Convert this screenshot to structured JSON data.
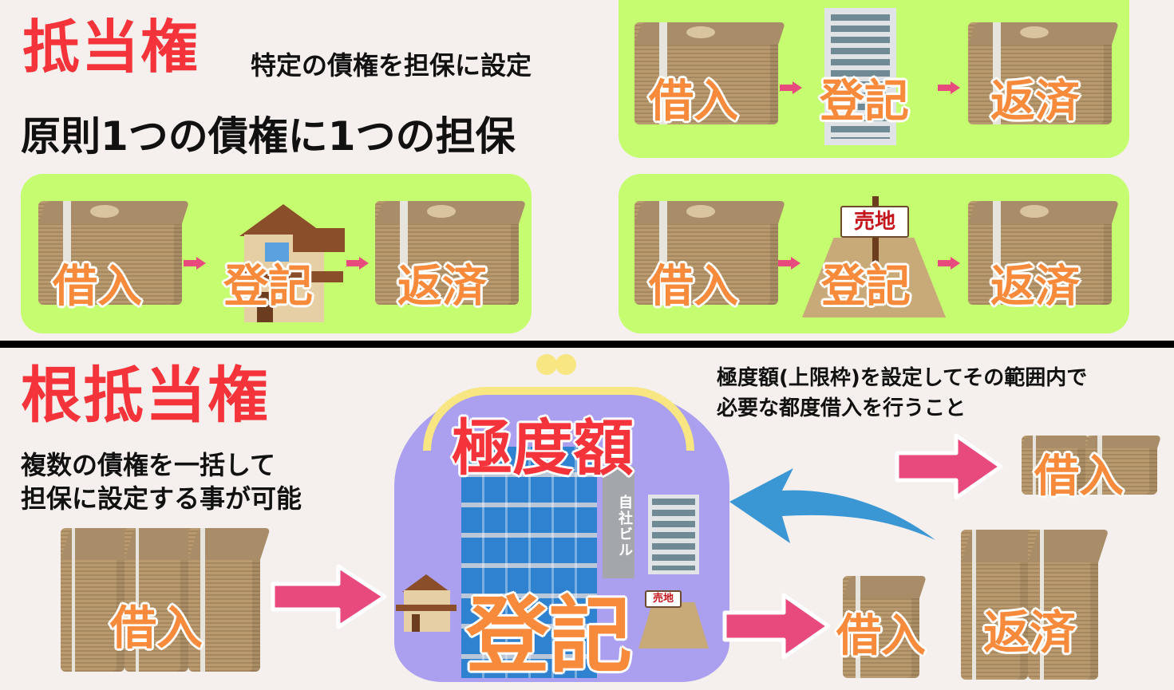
{
  "top": {
    "title": "抵当権",
    "subtitle": "特定の債権を担保に設定",
    "principle": "原則1つの債権に1つの担保",
    "flows": [
      {
        "id": "house",
        "steps": [
          "借入",
          "登記",
          "返済"
        ],
        "collateral": "house"
      },
      {
        "id": "building",
        "steps": [
          "借入",
          "登記",
          "返済"
        ],
        "collateral": "building"
      },
      {
        "id": "land",
        "steps": [
          "借入",
          "登記",
          "返済"
        ],
        "collateral": "land",
        "sign": "売地"
      }
    ]
  },
  "bottom": {
    "title": "根抵当権",
    "description_line1": "複数の債権を一括して",
    "description_line2": "担保に設定する事が可能",
    "definition_line1": "極度額(上限枠)を設定してその範囲内で",
    "definition_line2": "必要な都度借入を行うこと",
    "purse_label_top": "極度額",
    "purse_label_bottom": "登記",
    "company_building_sign": "自社ビル",
    "land_sign": "売地",
    "left_money_label": "借入",
    "right_money_labels": {
      "top": "借入",
      "middle": "借入",
      "repay": "返済"
    }
  },
  "colors": {
    "title_red": "#f4343a",
    "panel_green": "#c5fc70",
    "label_orange": "#f88a3c",
    "arrow_pink": "#e84a7e",
    "purse_purple": "#ab9ff0",
    "purse_frame_yellow": "#f7e682",
    "return_arrow_blue": "#3b96d4",
    "background": "#f5f0ee"
  }
}
